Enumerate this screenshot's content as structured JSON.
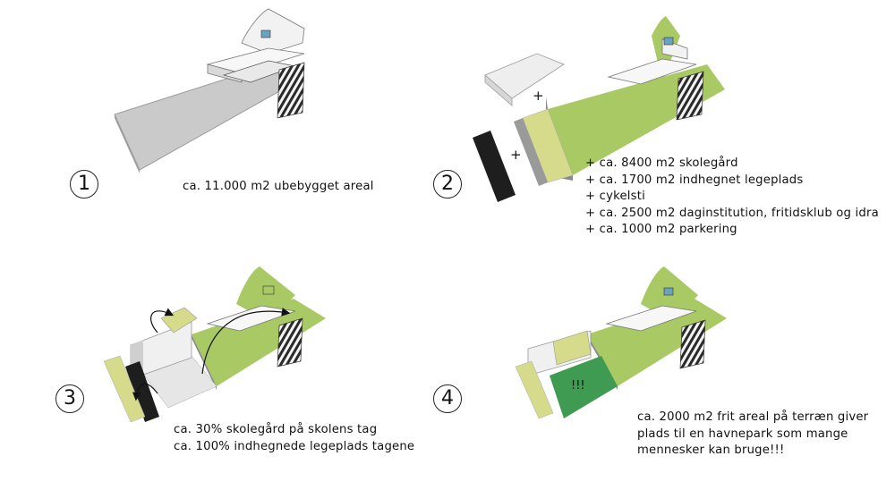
{
  "panels": [
    {
      "number": "1",
      "lines": [
        "ca. 11.000 m2 ubebygget areal"
      ]
    },
    {
      "number": "2",
      "lines": [
        "+ ca. 8400 m2 skolegård",
        "+ ca. 1700 m2 indhegnet legeplads",
        "+ cykelsti",
        "+ ca. 2500 m2 daginstitution, fritidsklub og idra"
      ],
      "last_line": "+ ca. 1000 m2 parkering",
      "plus_a": "+",
      "plus_b": "+"
    },
    {
      "number": "3",
      "lines": [
        "ca. 30% skolegård på skolens tag",
        "ca. 100% indhegnede legeplads tagene"
      ]
    },
    {
      "number": "4",
      "lines": [
        "ca. 2000 m2 frit areal på terræn giver",
        "plads til en havnepark som mange",
        "mennesker kan bruge!!!"
      ],
      "marker": "!!!"
    }
  ],
  "colors": {
    "ground_grey": "#c8c8c8",
    "grass_green": "#a8c963",
    "pale_yellow": "#d6db8c",
    "dark_green": "#3f9a52",
    "asphalt": "#1e1e1e",
    "building_white": "#f1f1f1"
  }
}
